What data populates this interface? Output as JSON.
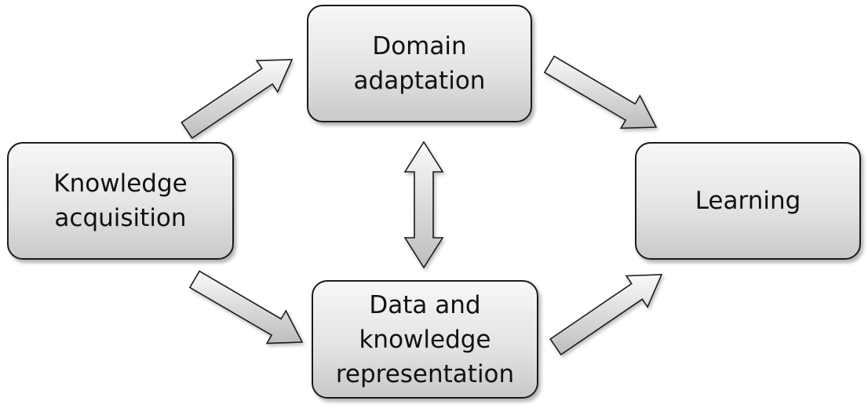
{
  "diagram": {
    "nodes": {
      "domain_adaptation": {
        "lines": [
          "Domain",
          "adaptation"
        ]
      },
      "knowledge_acquisition": {
        "lines": [
          "Knowledge",
          "acquisition"
        ]
      },
      "learning": {
        "lines": [
          "Learning"
        ]
      },
      "data_representation": {
        "lines": [
          "Data and",
          "knowledge",
          "representation"
        ]
      }
    },
    "edges": [
      {
        "from": "Knowledge acquisition",
        "to": "Domain adaptation",
        "direction": "one-way"
      },
      {
        "from": "Knowledge acquisition",
        "to": "Data and knowledge representation",
        "direction": "one-way"
      },
      {
        "from": "Domain adaptation",
        "to": "Learning",
        "direction": "one-way"
      },
      {
        "from": "Data and knowledge representation",
        "to": "Learning",
        "direction": "one-way"
      },
      {
        "from": "Domain adaptation",
        "to": "Data and knowledge representation",
        "direction": "two-way"
      }
    ],
    "colors": {
      "box_fill_top": "#f7f7f7",
      "box_fill_bottom": "#c9c9c9",
      "arrow_fill_light": "#f9f9f9",
      "arrow_fill_dark": "#bdbdbd",
      "outline": "#1a1a1a"
    }
  }
}
